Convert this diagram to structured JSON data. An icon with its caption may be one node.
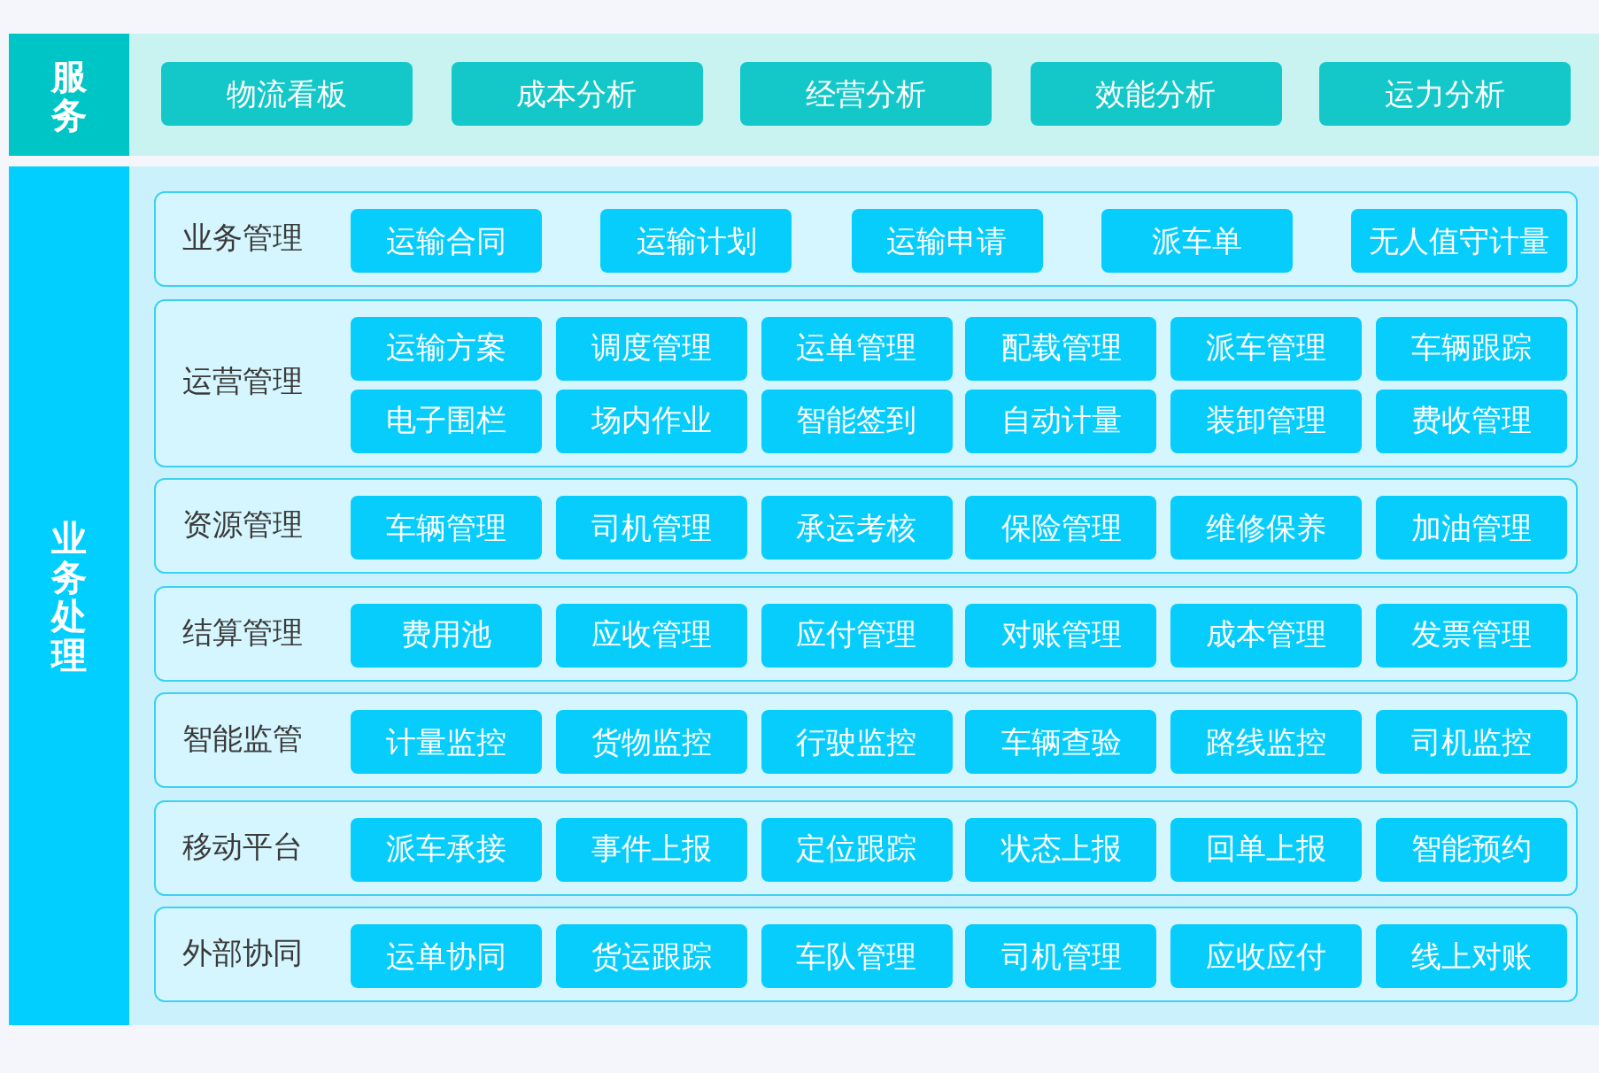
{
  "diagram": {
    "nodes": [
      {
        "text": [
          "服务"
        ]
      },
      {
        "text": [
          "物流看板"
        ],
        "in": 0
      },
      {
        "text": [
          "成本分析"
        ],
        "in": 0
      },
      {
        "text": [
          "经营分析"
        ],
        "in": 0
      },
      {
        "text": [
          "效能分析"
        ],
        "in": 0
      },
      {
        "text": [
          "运力分析"
        ],
        "in": 0
      },
      {
        "text": [
          "业务处理"
        ]
      },
      {
        "text": [
          "业务管理"
        ],
        "in": 6
      },
      {
        "text": [
          "运输合同"
        ],
        "in": 7
      },
      {
        "text": [
          "运输计划"
        ],
        "in": 7
      },
      {
        "text": [
          "运输申请"
        ],
        "in": 7
      },
      {
        "text": [
          "派车单"
        ],
        "in": 7
      },
      {
        "text": [
          "无人值守计量"
        ],
        "in": 7
      },
      {
        "text": [
          "运营管理"
        ],
        "in": 6
      },
      {
        "text": [
          "运输方案"
        ],
        "in": 13
      },
      {
        "text": [
          "调度管理"
        ],
        "in": 13
      },
      {
        "text": [
          "运单管理"
        ],
        "in": 13
      },
      {
        "text": [
          "配载管理"
        ],
        "in": 13
      },
      {
        "text": [
          "派车管理"
        ],
        "in": 13
      },
      {
        "text": [
          "车辆跟踪"
        ],
        "in": 13
      },
      {
        "text": [
          "电子围栏"
        ],
        "in": 13
      },
      {
        "text": [
          "场内作业"
        ],
        "in": 13
      },
      {
        "text": [
          "智能签到"
        ],
        "in": 13
      },
      {
        "text": [
          "自动计量"
        ],
        "in": 13
      },
      {
        "text": [
          "装卸管理"
        ],
        "in": 13
      },
      {
        "text": [
          "费收管理"
        ],
        "in": 13
      },
      {
        "text": [
          "资源管理"
        ],
        "in": 6
      },
      {
        "text": [
          "车辆管理"
        ],
        "in": 26
      },
      {
        "text": [
          "司机管理"
        ],
        "in": 26
      },
      {
        "text": [
          "承运考核"
        ],
        "in": 26
      },
      {
        "text": [
          "保险管理"
        ],
        "in": 26
      },
      {
        "text": [
          "维修保养"
        ],
        "in": 26
      },
      {
        "text": [
          "加油管理"
        ],
        "in": 26
      },
      {
        "text": [
          "结算管理"
        ],
        "in": 6
      },
      {
        "text": [
          "费用池"
        ],
        "in": 33
      },
      {
        "text": [
          "应收管理"
        ],
        "in": 33
      },
      {
        "text": [
          "应付管理"
        ],
        "in": 33
      },
      {
        "text": [
          "对账管理"
        ],
        "in": 33
      },
      {
        "text": [
          "成本管理"
        ],
        "in": 33
      },
      {
        "text": [
          "发票管理"
        ],
        "in": 33
      },
      {
        "text": [
          "智能监管"
        ],
        "in": 6
      },
      {
        "text": [
          "计量监控"
        ],
        "in": 40
      },
      {
        "text": [
          "货物监控"
        ],
        "in": 40
      },
      {
        "text": [
          "行驶监控"
        ],
        "in": 40
      },
      {
        "text": [
          "车辆查验"
        ],
        "in": 40
      },
      {
        "text": [
          "路线监控"
        ],
        "in": 40
      },
      {
        "text": [
          "司机监控"
        ],
        "in": 40
      },
      {
        "text": [
          "移动平台"
        ],
        "in": 6
      },
      {
        "text": [
          "派车承接"
        ],
        "in": 47
      },
      {
        "text": [
          "事件上报"
        ],
        "in": 47
      },
      {
        "text": [
          "定位跟踪"
        ],
        "in": 47
      },
      {
        "text": [
          "状态上报"
        ],
        "in": 47
      },
      {
        "text": [
          "回单上报"
        ],
        "in": 47
      },
      {
        "text": [
          "智能预约"
        ],
        "in": 47
      },
      {
        "text": [
          "外部协同"
        ],
        "in": 6
      },
      {
        "text": [
          "运单协同"
        ],
        "in": 54
      },
      {
        "text": [
          "货运跟踪"
        ],
        "in": 54
      },
      {
        "text": [
          "车队管理"
        ],
        "in": 54
      },
      {
        "text": [
          "司机管理"
        ],
        "in": 54
      },
      {
        "text": [
          "应收应付"
        ],
        "in": 54
      },
      {
        "text": [
          "线上对账"
        ],
        "in": 54
      }
    ]
  }
}
